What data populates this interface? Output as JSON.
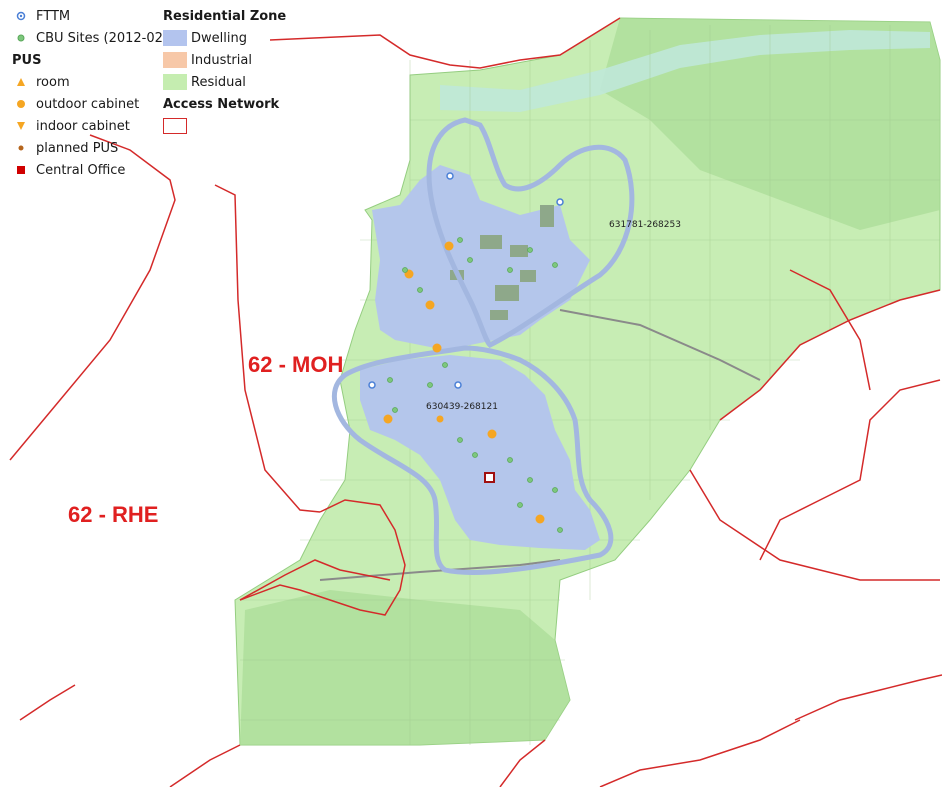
{
  "legend": {
    "left": {
      "items": [
        {
          "label": "FTTM",
          "icon": "fttm-icon",
          "color": "#4a7fd6"
        },
        {
          "label": "CBU Sites (2012-02)",
          "icon": "cbu-site-icon",
          "color": "#7dc77d"
        }
      ],
      "pus_heading": "PUS",
      "pus_items": [
        {
          "label": "room",
          "icon": "triangle-up-icon",
          "color": "#f5a623"
        },
        {
          "label": "outdoor cabinet",
          "icon": "circle-icon",
          "color": "#f5a623"
        },
        {
          "label": "indoor cabinet",
          "icon": "triangle-down-icon",
          "color": "#f5a623"
        },
        {
          "label": "planned PUS",
          "icon": "small-dot-icon",
          "color": "#b5651d"
        },
        {
          "label": "Central Office",
          "icon": "square-icon",
          "color": "#d00000"
        }
      ]
    },
    "right": {
      "zone_heading": "Residential Zone",
      "zones": [
        {
          "label": "Dwelling",
          "color": "#b3c4ee"
        },
        {
          "label": "Industrial",
          "color": "#f7c8a8"
        },
        {
          "label": "Residual",
          "color": "#c5edb0"
        }
      ],
      "network_heading": "Access Network",
      "network_color": "#d42a2a"
    }
  },
  "zones": {
    "moh": "62 - MOH",
    "rhe": "62 - RHE"
  },
  "sites": {
    "north": "631781-268253",
    "south": "630439-268121"
  },
  "colors": {
    "residual": "#c5edb0",
    "dwelling": "#b3c4ee",
    "ring": "#a3b7e0",
    "boundary": "#d42a2a",
    "river": "#bfe8d8"
  }
}
